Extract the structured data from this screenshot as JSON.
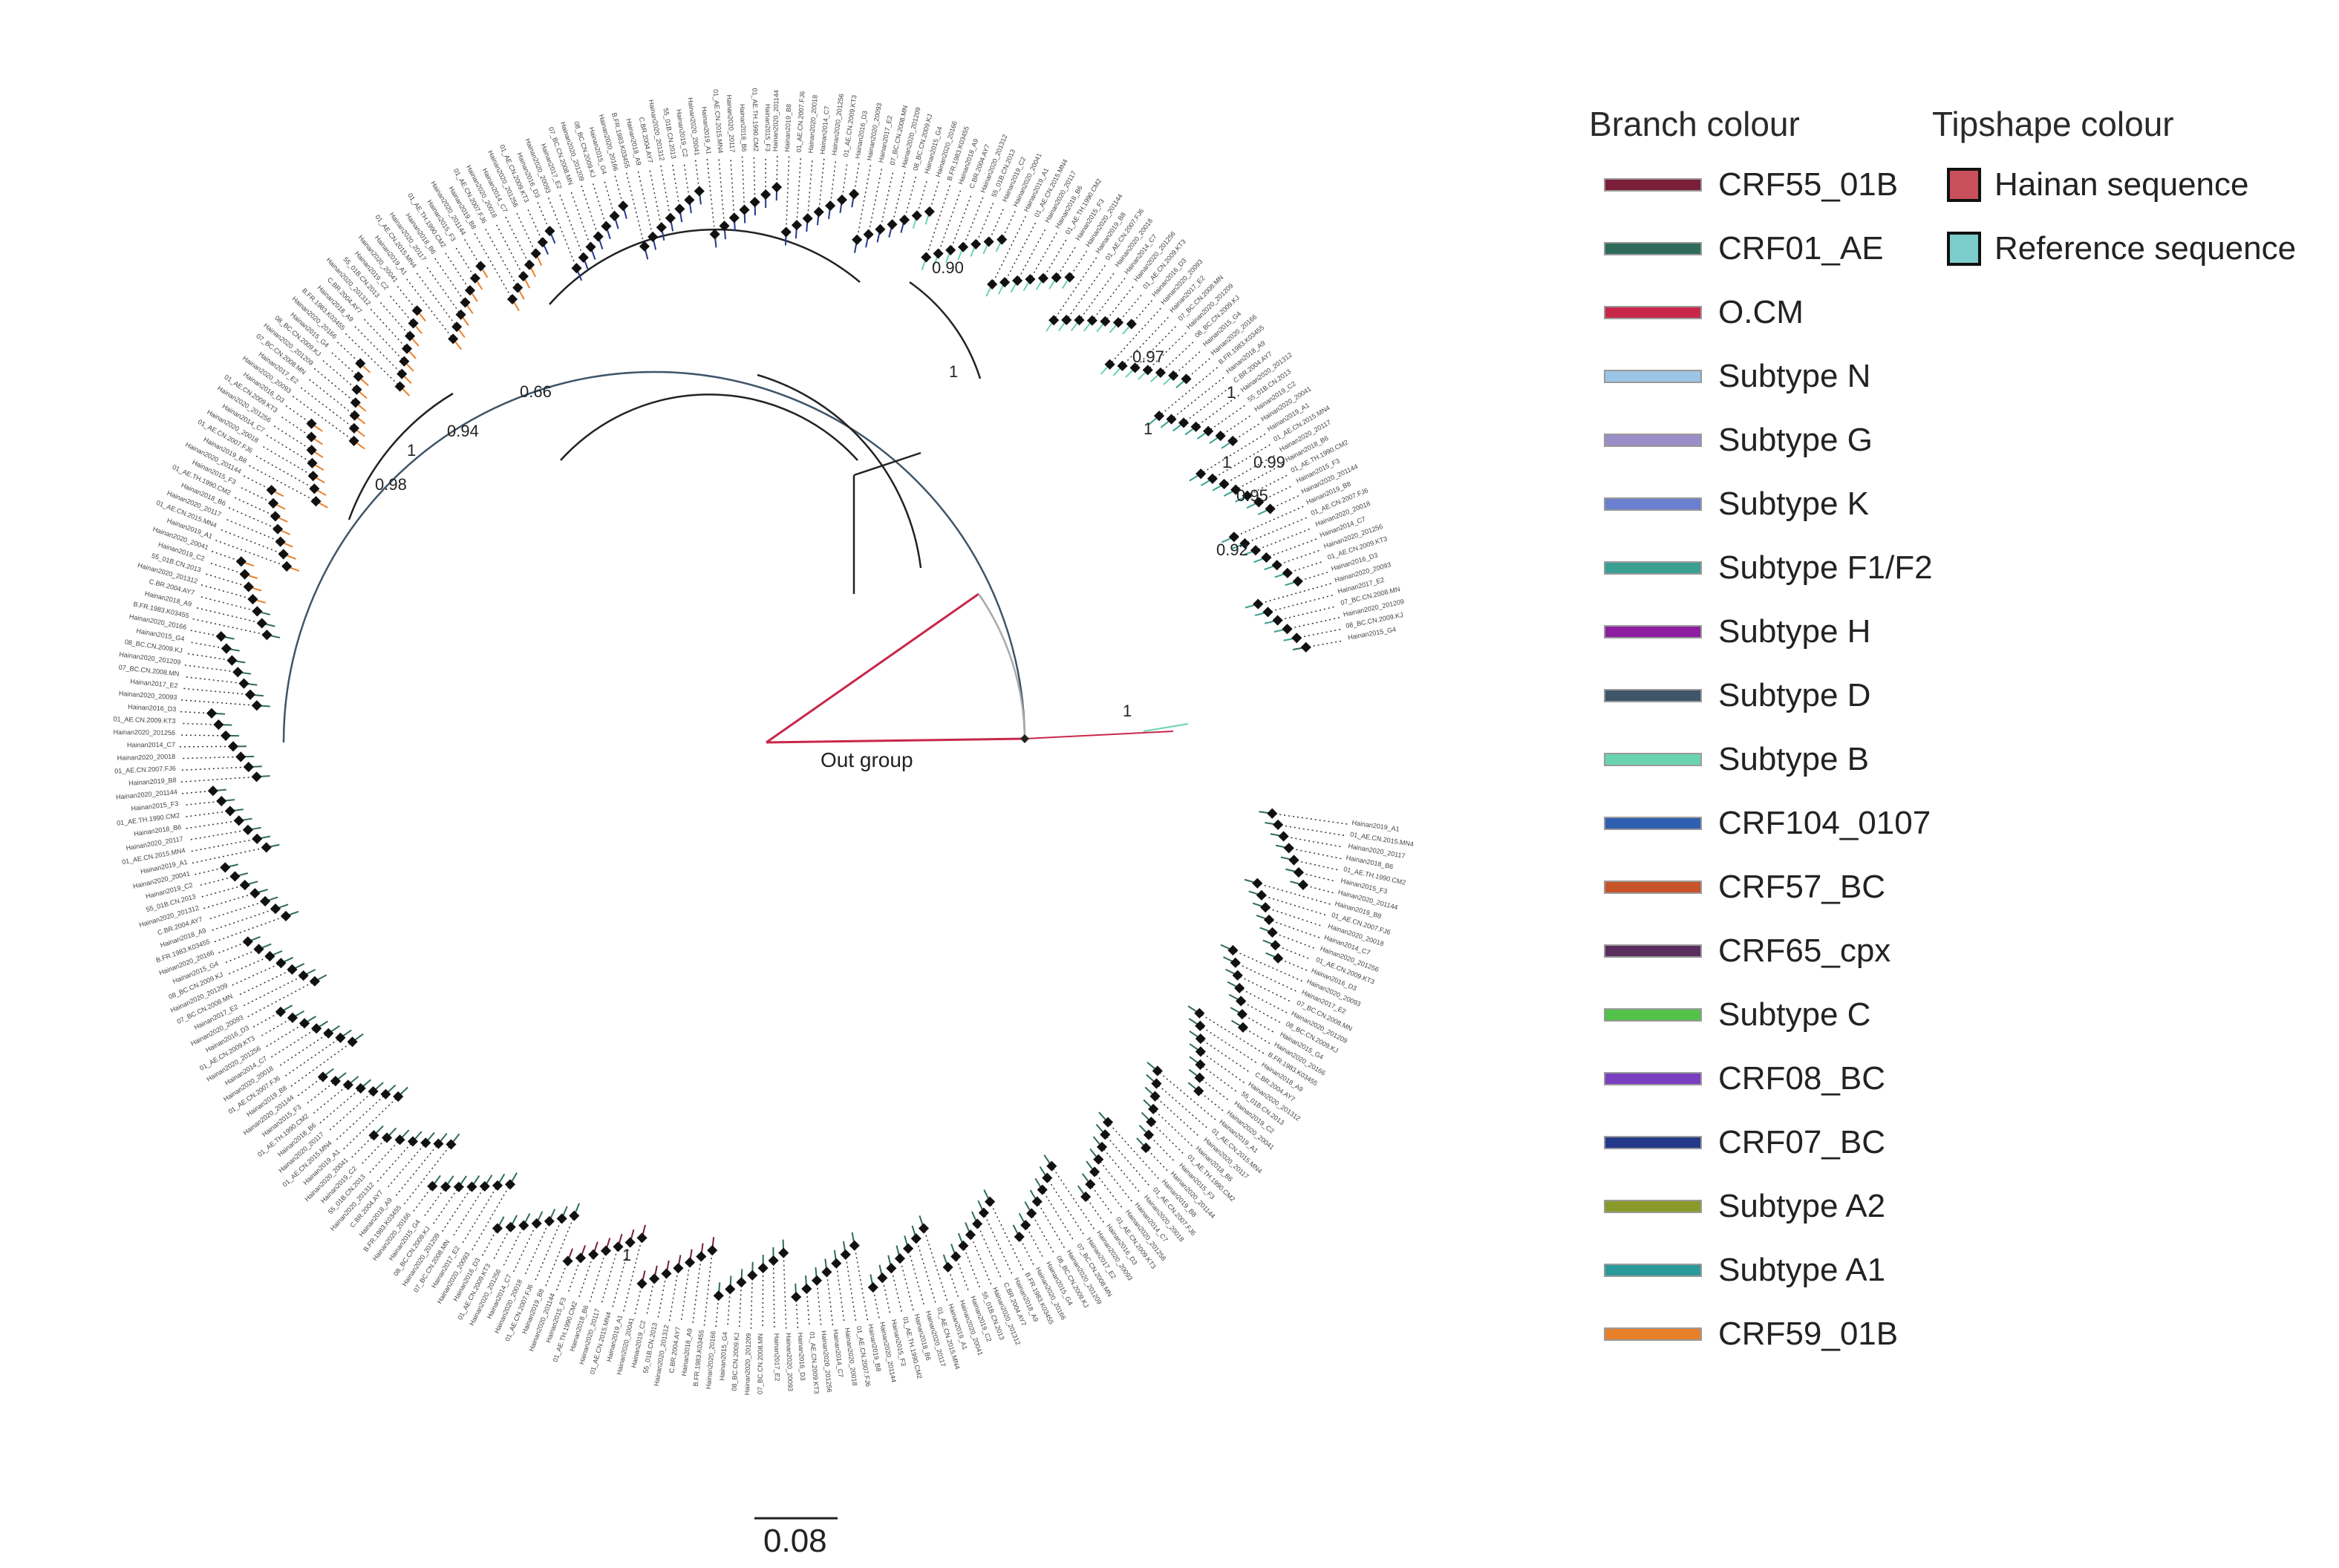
{
  "legend": {
    "branch_title": "Branch colour",
    "tip_title": "Tipshape colour",
    "branch_items": [
      {
        "label": "CRF55_01B",
        "color": "#7a1e3a"
      },
      {
        "label": "CRF01_AE",
        "color": "#2f6b5a"
      },
      {
        "label": "O.CM",
        "color": "#c8274a"
      },
      {
        "label": "Subtype N",
        "color": "#9cc4e4"
      },
      {
        "label": "Subtype G",
        "color": "#9b8ec8"
      },
      {
        "label": "Subtype K",
        "color": "#6a7fd0"
      },
      {
        "label": "Subtype F1/F2",
        "color": "#3aa092"
      },
      {
        "label": "Subtype H",
        "color": "#8e1fa0"
      },
      {
        "label": "Subtype D",
        "color": "#3f5568"
      },
      {
        "label": "Subtype B",
        "color": "#6ad3b0"
      },
      {
        "label": "CRF104_0107",
        "color": "#2f5fb0"
      },
      {
        "label": "CRF57_BC",
        "color": "#c8542a"
      },
      {
        "label": "CRF65_cpx",
        "color": "#5a2e5e"
      },
      {
        "label": "Subtype C",
        "color": "#52c24a"
      },
      {
        "label": "CRF08_BC",
        "color": "#7a3ec0"
      },
      {
        "label": "CRF07_BC",
        "color": "#24398a"
      },
      {
        "label": "Subtype A2",
        "color": "#8a9a2a"
      },
      {
        "label": "Subtype A1",
        "color": "#2a9a9a"
      },
      {
        "label": "CRF59_01B",
        "color": "#e8802a"
      }
    ],
    "tip_items": [
      {
        "label": "Hainan sequence",
        "color": "#c8505c"
      },
      {
        "label": "Reference sequence",
        "color": "#7ccccc"
      }
    ]
  },
  "tree": {
    "outgroup_label": "Out group",
    "scale_label": "0.08",
    "support_values": [
      "1",
      "0.66",
      "0.94",
      "0.98",
      "1",
      "0.90",
      "0.97",
      "1",
      "1",
      "1",
      "0.99",
      "0.95",
      "0.92",
      "1",
      "1"
    ],
    "tip_labels": [
      "Hainan2019_A1",
      "01_AE.CN.2015.MN4",
      "Hainan2020_20117",
      "Hainan2018_B6",
      "01_AE.TH.1990.CM2",
      "Hainan2015_F3",
      "Hainan2020_201144",
      "Hainan2019_B8",
      "01_AE.CN.2007.FJ6",
      "Hainan2020_20018",
      "Hainan2014_C7",
      "Hainan2020_201256",
      "01_AE.CN.2009.KT3",
      "Hainan2016_D3",
      "Hainan2020_20093",
      "Hainan2017_E2",
      "07_BC.CN.2008.MN",
      "Hainan2020_201209",
      "08_BC.CN.2009.KJ",
      "Hainan2015_G4",
      "Hainan2020_20166",
      "B.FR.1983.K03455",
      "Hainan2018_A9",
      "C.BR.2004.AY7",
      "Hainan2020_201312",
      "55_01B.CN.2013",
      "Hainan2019_C2",
      "Hainan2020_20041"
    ]
  }
}
